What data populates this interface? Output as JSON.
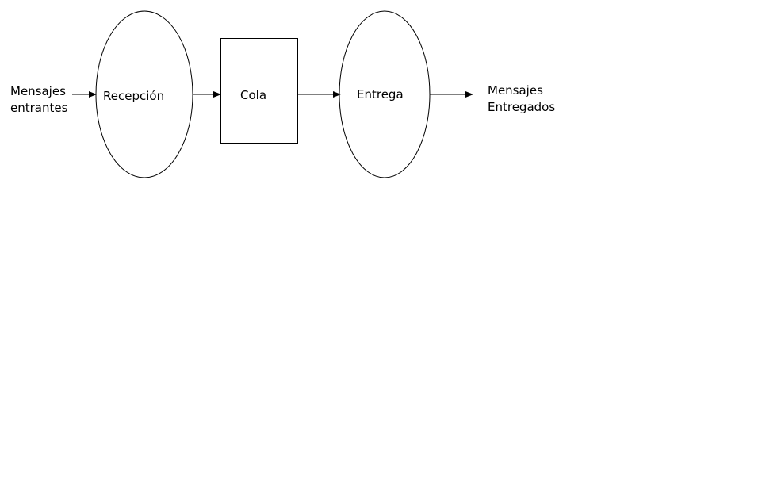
{
  "diagram": {
    "input_label": [
      "Mensajes",
      "entrantes"
    ],
    "stages": {
      "reception": "Recepción",
      "queue": "Cola",
      "delivery": "Entrega"
    },
    "output_label": [
      "Mensajes",
      "Entregados"
    ]
  },
  "colors": {
    "stroke": "#000000",
    "fill": "#ffffff",
    "text": "#000000"
  }
}
